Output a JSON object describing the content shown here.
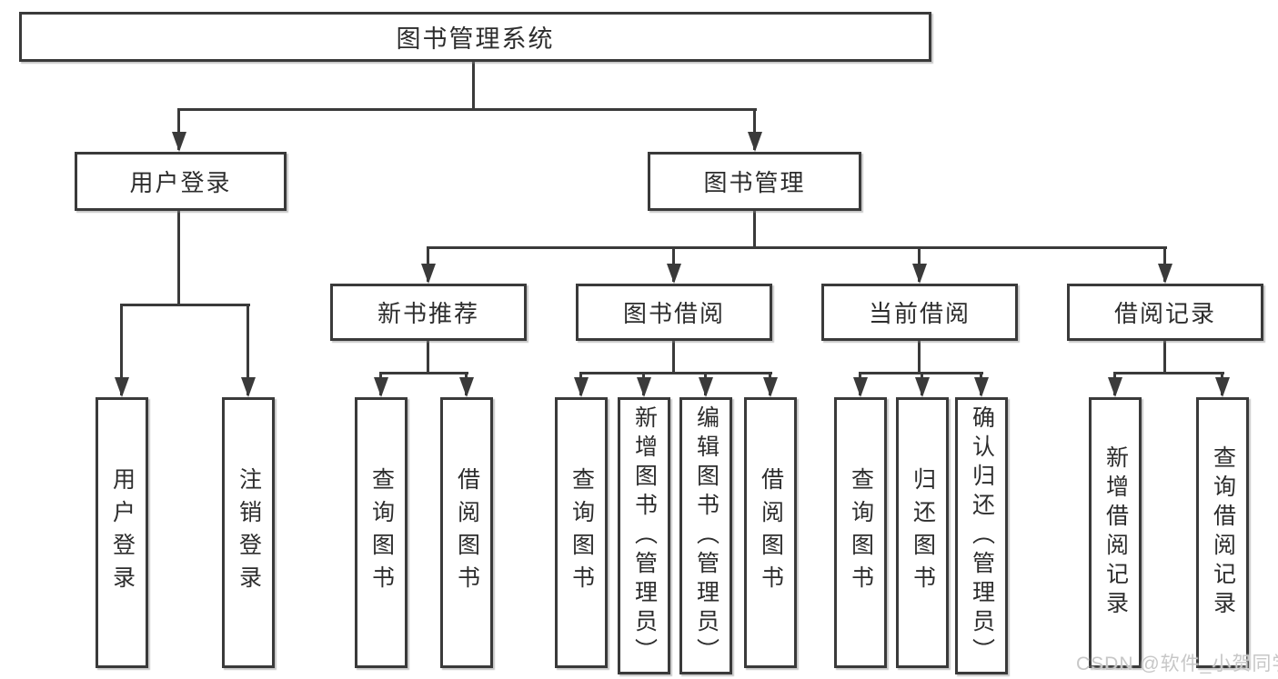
{
  "diagram": {
    "type": "hierarchy-tree",
    "title": "图书管理系统",
    "watermark": "CSDN @软件_小贺同学",
    "colors": {
      "line": "#3a3a3a",
      "box_border": "#3a3a3a",
      "box_fill": "#ffffff",
      "text": "#2d2d2d",
      "background": "#ffffff",
      "watermark": "#c7c7c7"
    }
  },
  "nodes": {
    "root": {
      "label": "图书管理系统"
    },
    "user_login": {
      "label": "用户登录"
    },
    "book_mgmt": {
      "label": "图书管理"
    },
    "new_book_rec": {
      "label": "新书推荐"
    },
    "book_borrow": {
      "label": "图书借阅"
    },
    "current_borrow": {
      "label": "当前借阅"
    },
    "borrow_record": {
      "label": "借阅记录"
    },
    "leaf_user_login": {
      "label": "用户登录"
    },
    "leaf_logout": {
      "label": "注销登录"
    },
    "leaf_rec_query": {
      "label": "查询图书"
    },
    "leaf_rec_borrow": {
      "label": "借阅图书"
    },
    "leaf_bb_query": {
      "label": "查询图书"
    },
    "leaf_bb_add": {
      "label": "新增图书（管理员）"
    },
    "leaf_bb_edit": {
      "label": "编辑图书（管理员）"
    },
    "leaf_bb_borrow": {
      "label": "借阅图书"
    },
    "leaf_cb_query": {
      "label": "查询图书"
    },
    "leaf_cb_return": {
      "label": "归还图书"
    },
    "leaf_cb_confirm": {
      "label": "确认归还（管理员）"
    },
    "leaf_br_add": {
      "label": "新增借阅记录"
    },
    "leaf_br_query": {
      "label": "查询借阅记录"
    }
  },
  "hierarchy": [
    {
      "parent": "图书管理系统",
      "children": [
        "用户登录",
        "图书管理"
      ]
    },
    {
      "parent": "用户登录",
      "children": [
        "用户登录",
        "注销登录"
      ]
    },
    {
      "parent": "图书管理",
      "children": [
        "新书推荐",
        "图书借阅",
        "当前借阅",
        "借阅记录"
      ]
    },
    {
      "parent": "新书推荐",
      "children": [
        "查询图书",
        "借阅图书"
      ]
    },
    {
      "parent": "图书借阅",
      "children": [
        "查询图书",
        "新增图书（管理员）",
        "编辑图书（管理员）",
        "借阅图书"
      ]
    },
    {
      "parent": "当前借阅",
      "children": [
        "查询图书",
        "归还图书",
        "确认归还（管理员）"
      ]
    },
    {
      "parent": "借阅记录",
      "children": [
        "新增借阅记录",
        "查询借阅记录"
      ]
    }
  ]
}
